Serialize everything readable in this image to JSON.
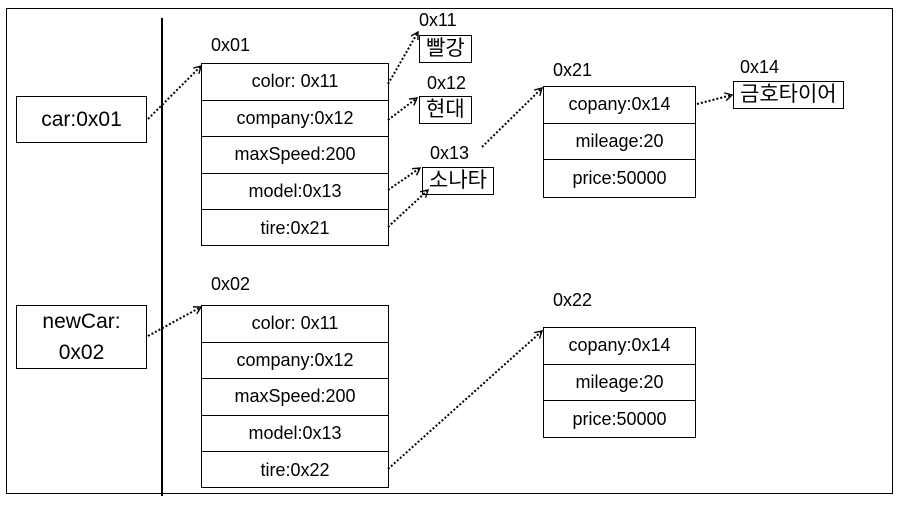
{
  "stack": {
    "car": "car:0x01",
    "newCar_line1": "newCar:",
    "newCar_line2": "0x02"
  },
  "car_object": {
    "address": "0x01",
    "fields": [
      "color: 0x11",
      "company:0x12",
      "maxSpeed:200",
      "model:0x13",
      "tire:0x21"
    ]
  },
  "newcar_object": {
    "address": "0x02",
    "fields": [
      "color: 0x11",
      "company:0x12",
      "maxSpeed:200",
      "model:0x13",
      "tire:0x22"
    ]
  },
  "strings": {
    "color": {
      "address": "0x11",
      "value": "빨강"
    },
    "company": {
      "address": "0x12",
      "value": "현대"
    },
    "model": {
      "address": "0x13",
      "value": "소나타"
    },
    "tire_company": {
      "address": "0x14",
      "value": "금호타이어"
    }
  },
  "tire_object_1": {
    "address": "0x21",
    "fields": [
      "copany:0x14",
      "mileage:20",
      "price:50000"
    ]
  },
  "tire_object_2": {
    "address": "0x22",
    "fields": [
      "copany:0x14",
      "mileage:20",
      "price:50000"
    ]
  }
}
